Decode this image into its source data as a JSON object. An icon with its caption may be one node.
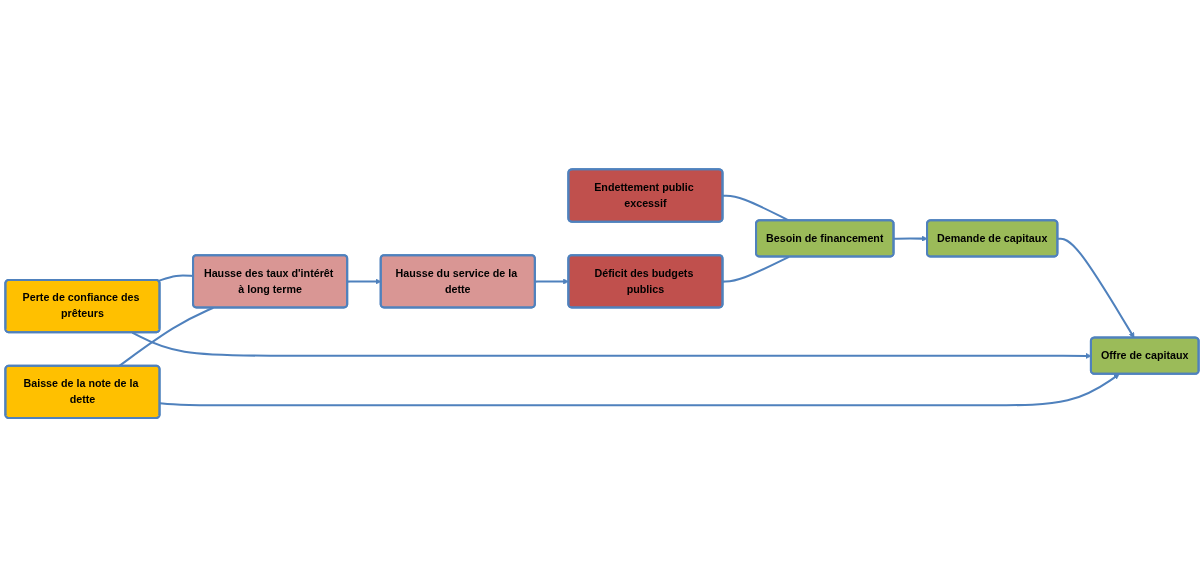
{
  "diagram": {
    "nodes": [
      {
        "text": [
          "Endettement public excessif"
        ]
      },
      {
        "text": [
          "Déficit des budgets publics"
        ]
      },
      {
        "text": [
          "Besoin de financement"
        ]
      },
      {
        "text": [
          "Demande de capitaux"
        ]
      },
      {
        "text": [
          "Offre de capitaux"
        ]
      },
      {
        "text": [
          "Perte de confiance des prêteurs"
        ]
      },
      {
        "text": [
          "Baisse de la note de la dette"
        ]
      },
      {
        "text": [
          "Hausse des taux d'intérêt à long terme"
        ]
      },
      {
        "text": [
          "Hausse du service de la dette"
        ]
      }
    ],
    "edges": [
      {
        "from": 0,
        "to": 2,
        "arrow": "none"
      },
      {
        "from": 1,
        "to": 2,
        "arrow": "none"
      },
      {
        "from": 2,
        "to": 3,
        "arrow": "to"
      },
      {
        "from": 3,
        "to": 4,
        "arrow": "to"
      },
      {
        "from": 5,
        "to": 4,
        "arrow": "to"
      },
      {
        "from": 6,
        "to": 4,
        "arrow": "to"
      },
      {
        "from": 5,
        "to": 7,
        "arrow": "none"
      },
      {
        "from": 6,
        "to": 7,
        "arrow": "none"
      },
      {
        "from": 7,
        "to": 8,
        "arrow": "to"
      },
      {
        "from": 8,
        "to": 1,
        "arrow": "to"
      }
    ]
  }
}
